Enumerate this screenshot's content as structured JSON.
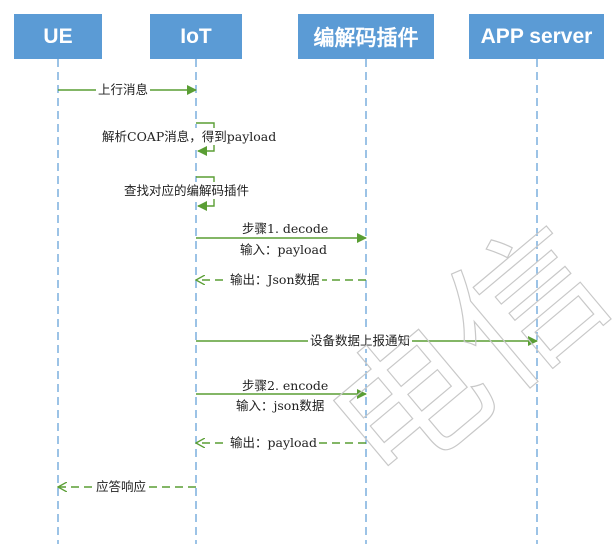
{
  "lanes": {
    "ue": "UE",
    "iot": "IoT",
    "plugin": "编解码插件",
    "app": "APP server"
  },
  "messages": {
    "m1": "上行消息",
    "m2": "解析COAP消息，得到payload",
    "m3": "查找对应的编解码插件",
    "m4_line1": "步骤1. decode",
    "m4_line2": "输入：payload",
    "m5": "输出：Json数据",
    "m6": "设备数据上报通知",
    "m7_line1": "步骤2. encode",
    "m7_line2": "输入：json数据",
    "m8": "输出：payload",
    "m9": "应答响应"
  },
  "watermark": "电信",
  "colors": {
    "lane_fill": "#5b9bd5",
    "lifeline": "#5b9bd5",
    "arrow": "#5a9e34"
  }
}
